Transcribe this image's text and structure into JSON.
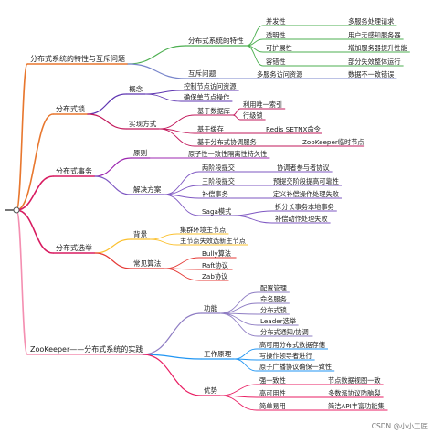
{
  "mindmap": {
    "branches": [
      {
        "label": "分布式系统的特性与互斥问题",
        "color": "#e8772e",
        "children": [
          {
            "label": "分布式系统的特性",
            "color": "#4caf50",
            "children": [
              {
                "label": "并发性",
                "children": [
                  {
                    "label": "多服务处理请求"
                  }
                ]
              },
              {
                "label": "透明性",
                "children": [
                  {
                    "label": "用户无感知服务器"
                  }
                ]
              },
              {
                "label": "可扩展性",
                "children": [
                  {
                    "label": "增加服务器提升性能"
                  }
                ]
              },
              {
                "label": "容错性",
                "children": [
                  {
                    "label": "部分失效整体运行"
                  }
                ]
              }
            ]
          },
          {
            "label": "互斥问题",
            "color": "#7986cb",
            "children": [
              {
                "label": "多服务访问资源",
                "children": [
                  {
                    "label": "数据不一致错误"
                  }
                ]
              }
            ]
          }
        ]
      },
      {
        "label": "分布式锁",
        "color": "#e8772e",
        "children": [
          {
            "label": "概念",
            "color": "#5e35b1",
            "children": [
              {
                "label": "控制节点访问资源"
              },
              {
                "label": "确保单节点操作"
              }
            ]
          },
          {
            "label": "实现方式",
            "color": "#c2185b",
            "children": [
              {
                "label": "基于数据库",
                "children": [
                  {
                    "label": "利用唯一索引"
                  },
                  {
                    "label": "行级锁"
                  }
                ]
              },
              {
                "label": "基于缓存",
                "children": [
                  {
                    "label": "Redis SETNX命令"
                  }
                ]
              },
              {
                "label": "基于分布式协调服务",
                "children": [
                  {
                    "label": "ZooKeeper临时节点"
                  }
                ]
              }
            ]
          }
        ]
      },
      {
        "label": "分布式事务",
        "color": "#d81b60",
        "children": [
          {
            "label": "原则",
            "color": "#9c27b0",
            "children": [
              {
                "label": "原子性一致性隔离性持久性"
              }
            ]
          },
          {
            "label": "解决方案",
            "color": "#7e57c2",
            "children": [
              {
                "label": "两阶段提交",
                "children": [
                  {
                    "label": "协调者参与者协议"
                  }
                ]
              },
              {
                "label": "三阶段提交",
                "children": [
                  {
                    "label": "预提交阶段提高可靠性"
                  }
                ]
              },
              {
                "label": "补偿事务",
                "children": [
                  {
                    "label": "定义补偿操作处理失败"
                  }
                ]
              },
              {
                "label": "Saga模式",
                "children": [
                  {
                    "label": "拆分长事务本地事务"
                  },
                  {
                    "label": "补偿动作处理失败"
                  }
                ]
              }
            ]
          }
        ]
      },
      {
        "label": "分布式选举",
        "color": "#d81b60",
        "children": [
          {
            "label": "背景",
            "color": "#fbc02d",
            "children": [
              {
                "label": "集群环境主节点"
              },
              {
                "label": "主节点失效选新主节点"
              }
            ]
          },
          {
            "label": "常见算法",
            "color": "#e53935",
            "children": [
              {
                "label": "Bully算法"
              },
              {
                "label": "Raft协议"
              },
              {
                "label": "Zab协议"
              }
            ]
          }
        ]
      },
      {
        "label": "ZooKeeper——分布式系统的实践",
        "color": "#f48fb1",
        "children": [
          {
            "label": "功能",
            "color": "#8e7cc3",
            "children": [
              {
                "label": "配置管理"
              },
              {
                "label": "命名服务"
              },
              {
                "label": "分布式锁"
              },
              {
                "label": "Leader选举"
              },
              {
                "label": "分布式通知/协调"
              }
            ]
          },
          {
            "label": "工作原理",
            "color": "#2196f3",
            "children": [
              {
                "label": "高可用分布式数据存储"
              },
              {
                "label": "写操作领导者进行"
              },
              {
                "label": "原子广播协议确保一致性"
              }
            ]
          },
          {
            "label": "优势",
            "color": "#e91e63",
            "children": [
              {
                "label": "强一致性",
                "children": [
                  {
                    "label": "节点数据视图一致"
                  }
                ]
              },
              {
                "label": "高可用性",
                "children": [
                  {
                    "label": "多数派协议防脑裂"
                  }
                ]
              },
              {
                "label": "简单易用",
                "children": [
                  {
                    "label": "简洁API丰富功能集"
                  }
                ]
              }
            ]
          }
        ]
      }
    ]
  },
  "watermark": "CSDN @小小工匠"
}
